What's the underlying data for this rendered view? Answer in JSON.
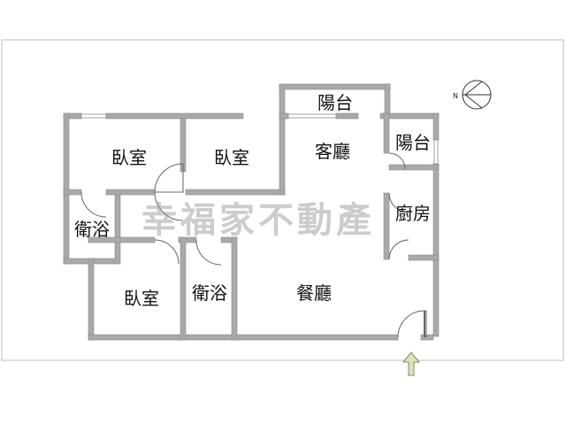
{
  "rooms": {
    "balcony_top": "陽台",
    "bedroom_1": "臥室",
    "bedroom_2": "臥室",
    "living_room": "客廳",
    "balcony_right": "陽台",
    "bathroom_1": "衛浴",
    "kitchen": "廚房",
    "bedroom_3": "臥室",
    "bathroom_2": "衛浴",
    "dining_room": "餐廳"
  },
  "watermark": "幸福家不動產",
  "compass": {
    "letter": "N"
  },
  "entrance": {
    "icon": "up-arrow-icon"
  },
  "colors": {
    "wall": "#a9a9a9",
    "watermark": "#8e8e8e",
    "arrow": "#d8e6b8"
  }
}
